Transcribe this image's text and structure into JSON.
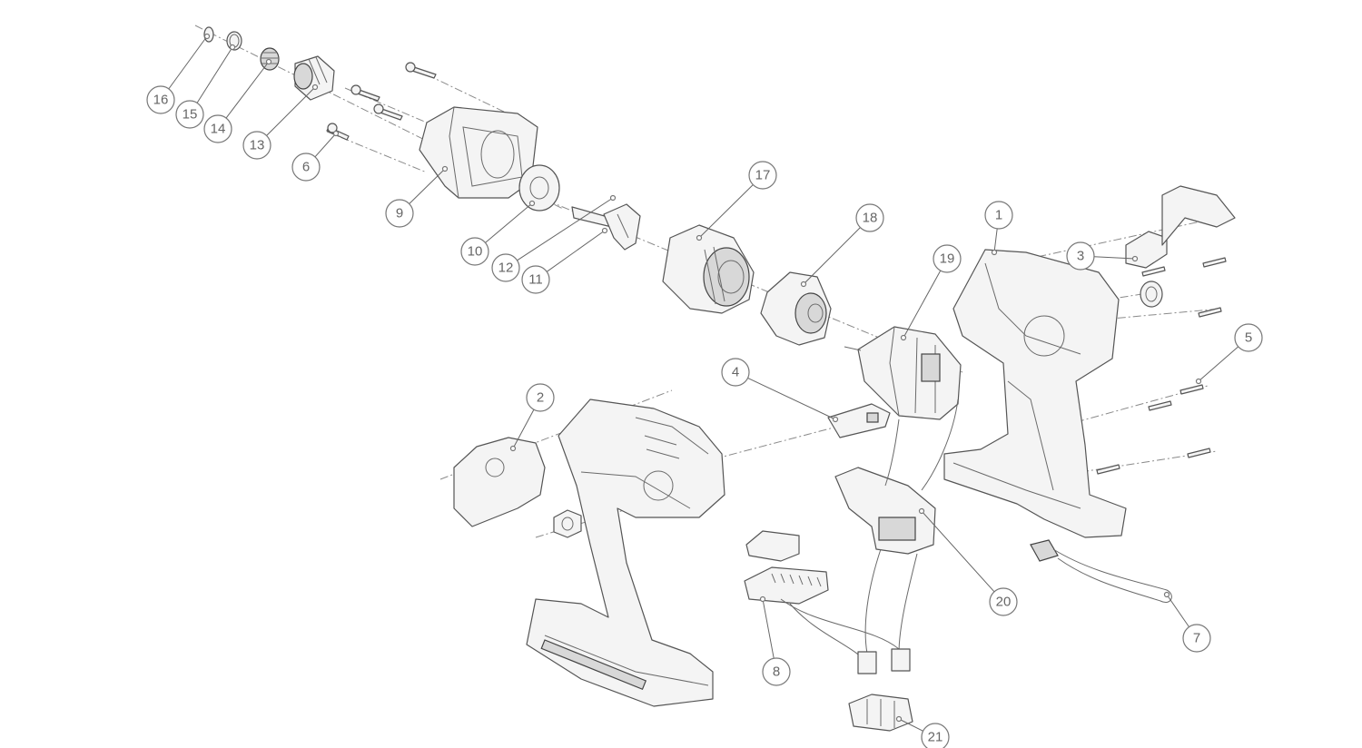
{
  "parts": [
    {
      "id": "p1",
      "label": "1"
    },
    {
      "id": "p2",
      "label": "2"
    },
    {
      "id": "p3",
      "label": "3"
    },
    {
      "id": "p4",
      "label": "4"
    },
    {
      "id": "p5",
      "label": "5"
    },
    {
      "id": "p6",
      "label": "6"
    },
    {
      "id": "p7",
      "label": "7"
    },
    {
      "id": "p8",
      "label": "8"
    },
    {
      "id": "p9",
      "label": "9"
    },
    {
      "id": "p10",
      "label": "10"
    },
    {
      "id": "p11",
      "label": "11"
    },
    {
      "id": "p12",
      "label": "12"
    },
    {
      "id": "p13",
      "label": "13"
    },
    {
      "id": "p14",
      "label": "14"
    },
    {
      "id": "p15",
      "label": "15"
    },
    {
      "id": "p16",
      "label": "16"
    },
    {
      "id": "p17",
      "label": "17"
    },
    {
      "id": "p18",
      "label": "18"
    },
    {
      "id": "p19",
      "label": "19"
    },
    {
      "id": "p20",
      "label": "20"
    },
    {
      "id": "p21",
      "label": "21"
    }
  ],
  "colors": {
    "line": "#555555",
    "callout": "#777777",
    "background": "#ffffff"
  }
}
